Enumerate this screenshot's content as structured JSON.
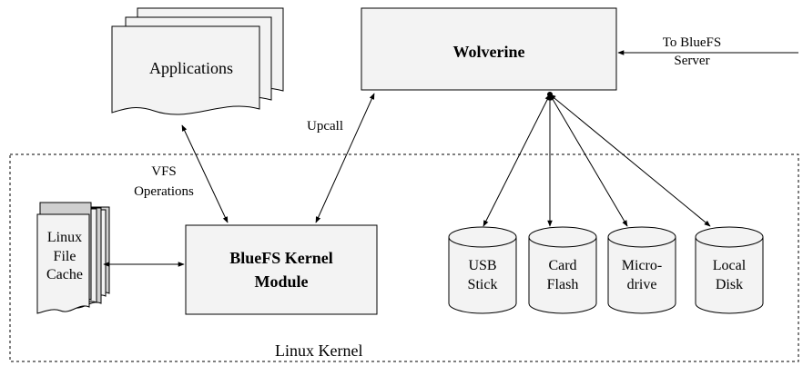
{
  "nodes": {
    "applications": {
      "label": "Applications"
    },
    "wolverine": {
      "label": "Wolverine"
    },
    "bluefs_module": {
      "line1": "BlueFS Kernel",
      "line2": "Module"
    },
    "linux_file_cache": {
      "line1": "Linux",
      "line2": "File",
      "line3": "Cache"
    },
    "usb_stick": {
      "line1": "USB",
      "line2": "Stick"
    },
    "card_flash": {
      "line1": "Card",
      "line2": "Flash"
    },
    "microdrive": {
      "line1": "Micro-",
      "line2": "drive"
    },
    "local_disk": {
      "line1": "Local",
      "line2": "Disk"
    }
  },
  "labels": {
    "to_server_line1": "To BlueFS",
    "to_server_line2": "Server",
    "upcall": "Upcall",
    "vfs_line1": "VFS",
    "vfs_line2": "Operations",
    "kernel_region": "Linux Kernel"
  }
}
